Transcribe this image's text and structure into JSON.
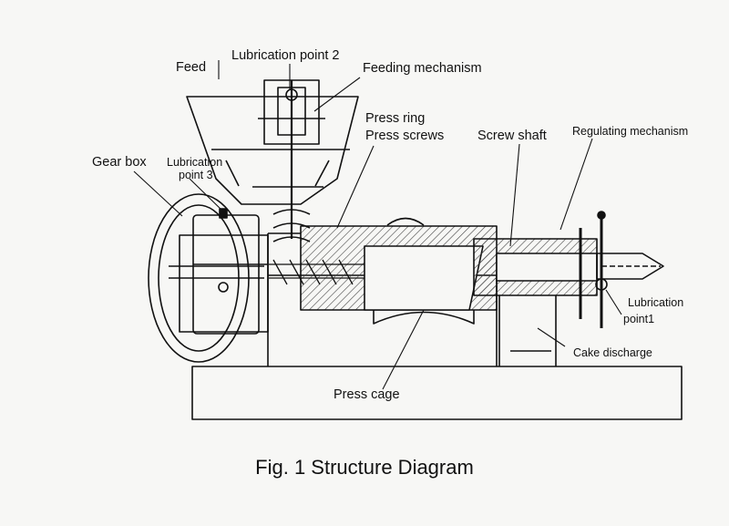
{
  "labels": {
    "feed": "Feed",
    "lubrication_point_2": "Lubrication point 2",
    "feeding_mechanism": "Feeding mechanism",
    "press_ring": "Press ring",
    "press_screws": "Press screws",
    "screw_shaft": "Screw shaft",
    "regulating_mechanism": "Regulating mechanism",
    "gear_box": "Gear box",
    "lubrication_point_3_line1": "Lubrication",
    "lubrication_point_3_line2": "point 3",
    "lubrication_point_1_line1": "Lubrication",
    "lubrication_point_1_line2": "point1",
    "cake_discharge": "Cake discharge",
    "press_cage": "Press cage"
  },
  "caption": "Fig. 1 Structure Diagram",
  "colors": {
    "ink": "#111111",
    "paper": "#f7f7f5",
    "hatch": "#444444"
  }
}
